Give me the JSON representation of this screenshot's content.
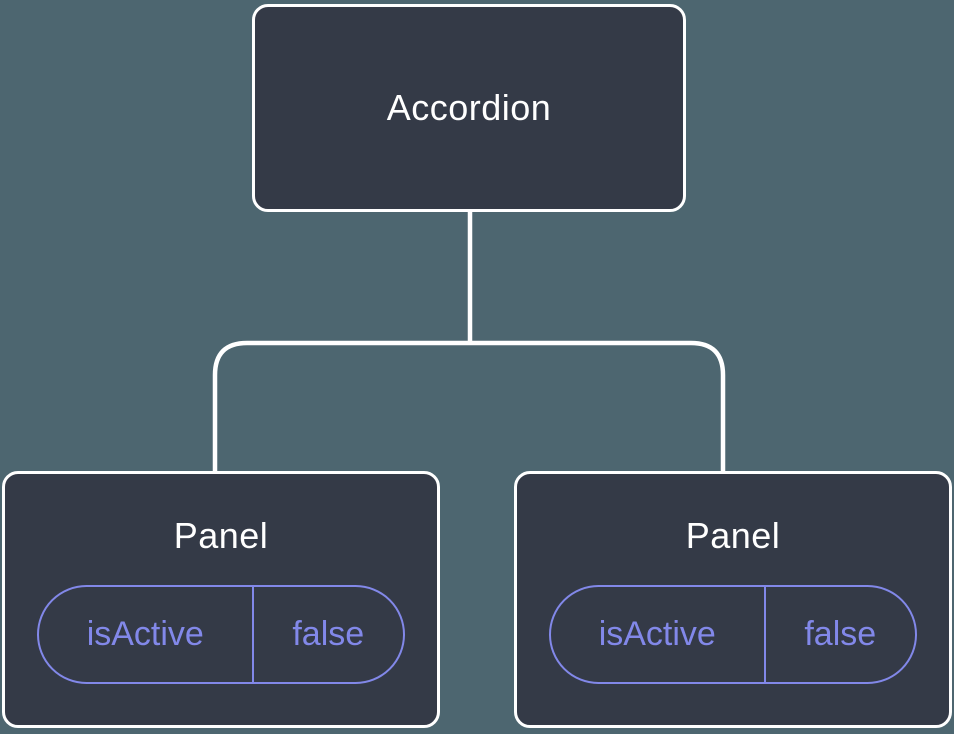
{
  "diagram": {
    "type": "component-tree",
    "root": {
      "label": "Accordion"
    },
    "children": [
      {
        "label": "Panel",
        "state": {
          "key": "isActive",
          "value": "false"
        }
      },
      {
        "label": "Panel",
        "state": {
          "key": "isActive",
          "value": "false"
        }
      }
    ]
  },
  "colors": {
    "background": "#4D6670",
    "node_fill": "#343A47",
    "node_border": "#FFFFFF",
    "node_label_text": "#FFFFFF",
    "connector_line": "#FFFFFF",
    "state_pill_accent": "#8288E9"
  }
}
